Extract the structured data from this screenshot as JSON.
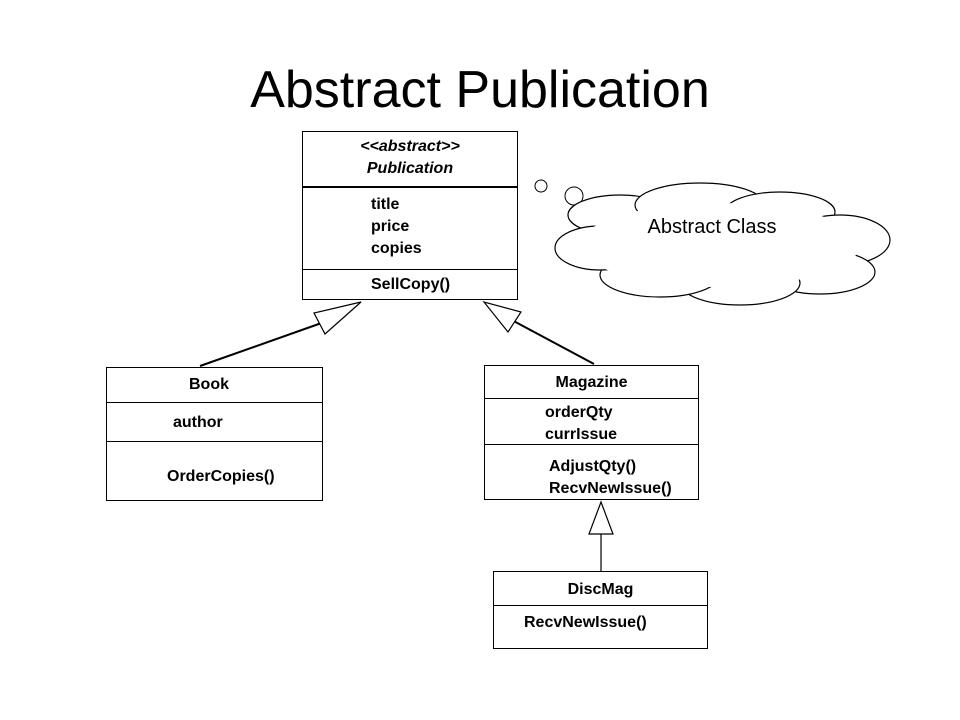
{
  "slide": {
    "title": "Abstract Publication"
  },
  "diagram": {
    "publication": {
      "stereotype": "<<abstract>>",
      "name": "Publication",
      "attributes": [
        "title",
        "price",
        "copies"
      ],
      "methods": [
        "SellCopy()"
      ]
    },
    "book": {
      "name": "Book",
      "attributes": [
        "author"
      ],
      "methods": [
        "OrderCopies()"
      ]
    },
    "magazine": {
      "name": "Magazine",
      "attributes": [
        "orderQty",
        "currIssue"
      ],
      "methods": [
        "AdjustQty()",
        "RecvNewIssue()"
      ]
    },
    "discmag": {
      "name": "DiscMag",
      "methods": [
        "RecvNewIssue()"
      ]
    },
    "note": {
      "text": "Abstract Class"
    }
  }
}
